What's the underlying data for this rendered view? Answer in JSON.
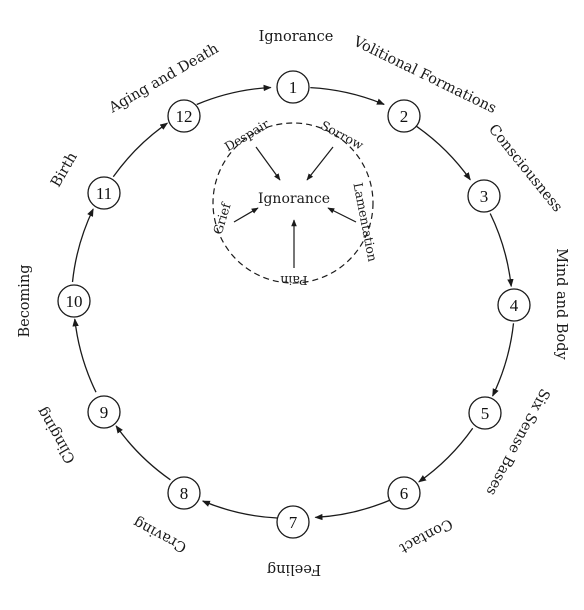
{
  "diagram": {
    "links": [
      {
        "number": "1",
        "label": "Ignorance"
      },
      {
        "number": "2",
        "label": "Volitional Formations"
      },
      {
        "number": "3",
        "label": "Consciousness"
      },
      {
        "number": "4",
        "label": "Mind and Body"
      },
      {
        "number": "5",
        "label": "Six Sense Bases"
      },
      {
        "number": "6",
        "label": "Contact"
      },
      {
        "number": "7",
        "label": "Feeling"
      },
      {
        "number": "8",
        "label": "Craving"
      },
      {
        "number": "9",
        "label": "Clinging"
      },
      {
        "number": "10",
        "label": "Becoming"
      },
      {
        "number": "11",
        "label": "Birth"
      },
      {
        "number": "12",
        "label": "Aging and Death"
      }
    ],
    "inner": {
      "center": "Ignorance",
      "sources": [
        "Despair",
        "Sorrow",
        "Lamentation",
        "Pain",
        "Grief"
      ]
    }
  }
}
